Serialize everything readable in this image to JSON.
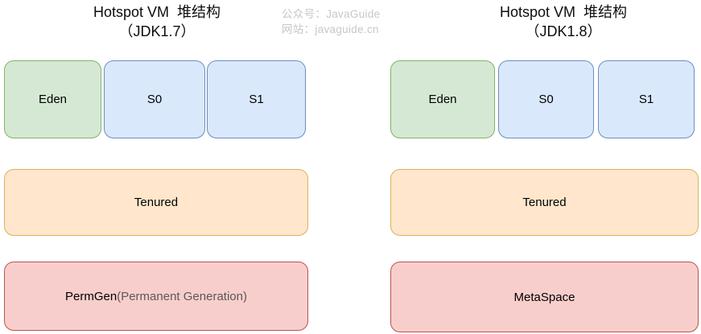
{
  "watermark": {
    "line1": "公众号：JavaGuide",
    "line2": "网站：javaguide.cn"
  },
  "colors": {
    "green": {
      "fill": "#d5e8d4",
      "border": "#82b366"
    },
    "blue": {
      "fill": "#dae8fc",
      "border": "#6c8ebf"
    },
    "orange": {
      "fill": "#ffe6cc",
      "border": "#d6b656"
    },
    "red": {
      "fill": "#f8cecc",
      "border": "#b85450"
    }
  },
  "diagrams": [
    {
      "title_line1": "Hotspot VM  堆结构",
      "title_line2": "（JDK1.7）",
      "young": [
        {
          "label": "Eden"
        },
        {
          "label": "S0"
        },
        {
          "label": "S1"
        }
      ],
      "tenured_label": "Tenured",
      "bottom_main": "PermGen",
      "bottom_sub": "(Permanent Generation)"
    },
    {
      "title_line1": "Hotspot VM  堆结构",
      "title_line2": "（JDK1.8）",
      "young": [
        {
          "label": "Eden"
        },
        {
          "label": "S0"
        },
        {
          "label": "S1"
        }
      ],
      "tenured_label": "Tenured",
      "bottom_main": "MetaSpace",
      "bottom_sub": ""
    }
  ]
}
